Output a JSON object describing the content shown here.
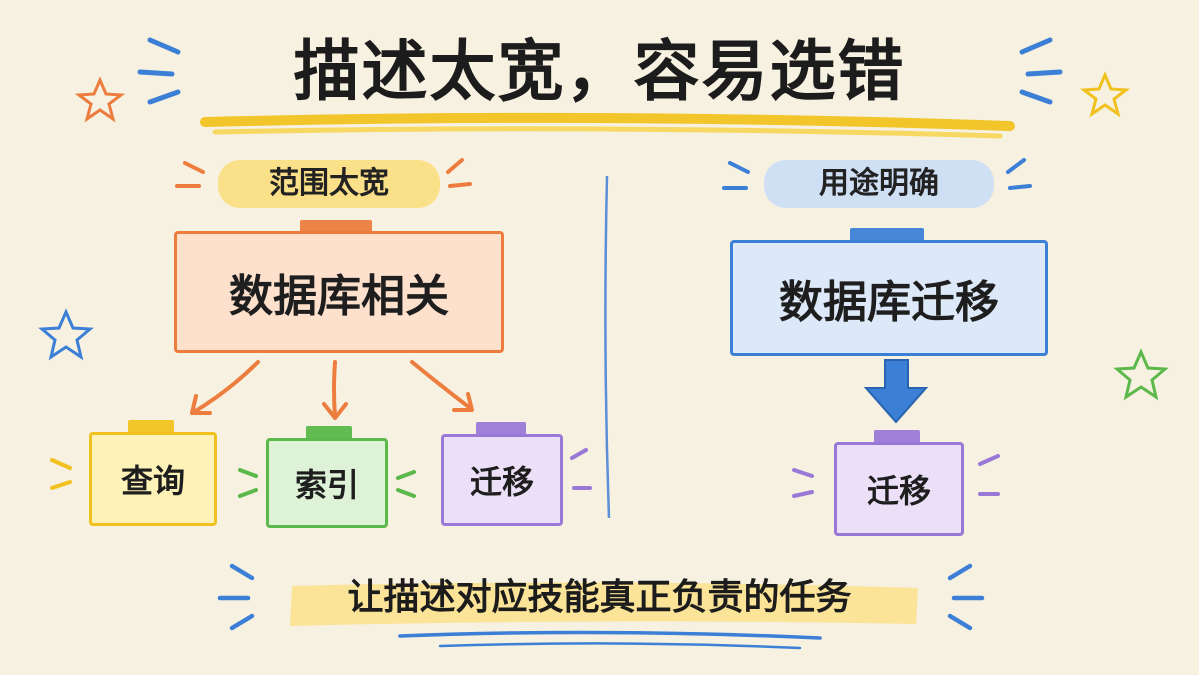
{
  "title": "描述太宽，容易选错",
  "left": {
    "label": "范围太宽",
    "main_box": "数据库相关",
    "children": [
      "查询",
      "索引",
      "迁移"
    ]
  },
  "right": {
    "label": "用途明确",
    "main_box": "数据库迁移",
    "child": "迁移"
  },
  "bottom_text": "让描述对应技能真正负责的任务",
  "colors": {
    "orange": "#ec7d3e",
    "blue": "#3c7fd6",
    "yellow": "#f1c21f",
    "green": "#5bb84a",
    "purple": "#9a78d6",
    "highlight_yellow": "#fbe08a",
    "background": "#f7f1e1"
  }
}
